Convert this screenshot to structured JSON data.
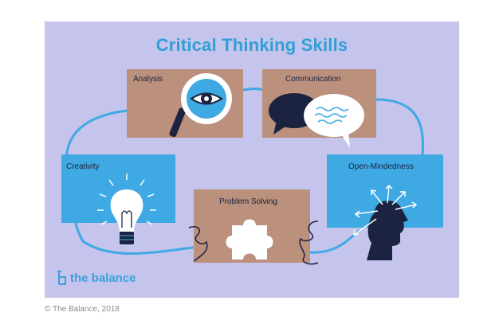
{
  "title": "Critical Thinking Skills",
  "cards": {
    "analysis": "Analysis",
    "communication": "Communication",
    "creativity": "Creativity",
    "problem_solving": "Problem Solving",
    "open_mindedness": "Open-Mindedness"
  },
  "brand": "the balance",
  "copyright": "© The Balance, 2018",
  "colors": {
    "panel": "#c4c4ec",
    "title": "#2f9fd6",
    "card_brown": "#bb907c",
    "card_blue": "#3fa9e4",
    "navy": "#1b2340"
  },
  "icons": [
    "magnifier-eye-icon",
    "speech-bubbles-icon",
    "lightbulb-icon",
    "puzzle-icon",
    "head-arrows-icon",
    "balance-logo-icon"
  ]
}
